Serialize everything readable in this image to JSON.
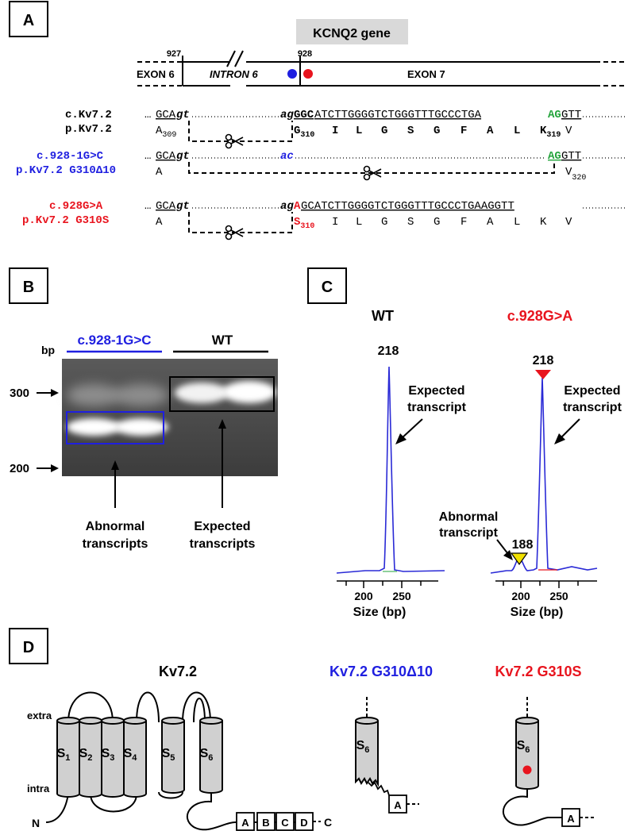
{
  "panel_labels": {
    "a": "A",
    "b": "B",
    "c": "C",
    "d": "D"
  },
  "panel_a": {
    "gene_label": "KCNQ2 gene",
    "pos_left": "927",
    "pos_right": "928",
    "exon6": "EXON 6",
    "intron6": "INTRON 6",
    "exon7": "EXON 7",
    "wt": {
      "cdna": "c.Kv7.2",
      "prot": "p.Kv7.2",
      "seq_left": "GCA",
      "seq_left_intron": "gt",
      "seq_right_intron": "ag",
      "seq_exon_bold": "GGC",
      "seq_exon_rest": "ATCTTGGGGTCTGGGTTTGCCCTGA",
      "seq_green": "AG",
      "seq_end": "GTT",
      "aa_left": "A",
      "aa_left_sub": "309",
      "aa_g": "G",
      "aa_g_sub": "310",
      "aa_mid": [
        "I",
        "L",
        "G",
        "S",
        "G",
        "F",
        "A",
        "L"
      ],
      "aa_k": "K",
      "aa_k_sub": "319",
      "aa_end": "V"
    },
    "mut1": {
      "cdna": "c.928-1G>C",
      "prot": "p.Kv7.2 G310Δ10",
      "seq_left": "GCA",
      "seq_left_intron": "gt",
      "seq_ac": "ac",
      "seq_green": "AG",
      "seq_end": "GTT",
      "aa_left": "A",
      "aa_end": "V",
      "aa_end_sub": "320"
    },
    "mut2": {
      "cdna": "c.928G>A",
      "prot": "p.Kv7.2 G310S",
      "seq_left": "GCA",
      "seq_left_intron": "gt",
      "seq_right_intron": "ag",
      "seq_red": "A",
      "seq_exon_rest": "GCATCTTGGGGTCTGGGTTTGCCCTGAAGGTT",
      "aa_left": "A",
      "aa_s": "S",
      "aa_s_sub": "310",
      "aa_mid": [
        "I",
        "L",
        "G",
        "S",
        "G",
        "F",
        "A",
        "L",
        "K",
        "V"
      ]
    }
  },
  "panel_b": {
    "lane_mut": "c.928-1G>C",
    "lane_wt": "WT",
    "bp_label": "bp",
    "marker_300": "300",
    "marker_200": "200",
    "abnormal_1": "Abnormal",
    "abnormal_2": "transcripts",
    "expected_1": "Expected",
    "expected_2": "transcripts"
  },
  "panel_c": {
    "wt_title": "WT",
    "mut_title": "c.928G>A",
    "wt_peak_label": "218",
    "mut_peak_label": "218",
    "mut_small_peak_label": "188",
    "expected_1": "Expected",
    "expected_2": "transcript",
    "abnormal_1": "Abnormal",
    "abnormal_2": "transcript",
    "xlabel": "Size (bp)",
    "ticks": [
      "200",
      "250"
    ]
  },
  "panel_d": {
    "title_wt": "Kv7.2",
    "title_mut1": "Kv7.2 G310Δ10",
    "title_mut2": "Kv7.2 G310S",
    "extra": "extra",
    "intra": "intra",
    "n_term": "N",
    "c_term": "C",
    "segments": [
      "1",
      "2",
      "3",
      "4",
      "5",
      "6"
    ],
    "seg_letter": "S",
    "domains": [
      "A",
      "B",
      "C",
      "D"
    ],
    "domain_a": "A"
  },
  "colors": {
    "blue": "#1f1fe0",
    "red": "#e8141e",
    "green": "#22a33a",
    "gray_box": "#d9d9d9",
    "cyl_fill": "#d0d0d0",
    "trace_blue": "#2a2ad6",
    "marker_yellow": "#f0e000"
  }
}
